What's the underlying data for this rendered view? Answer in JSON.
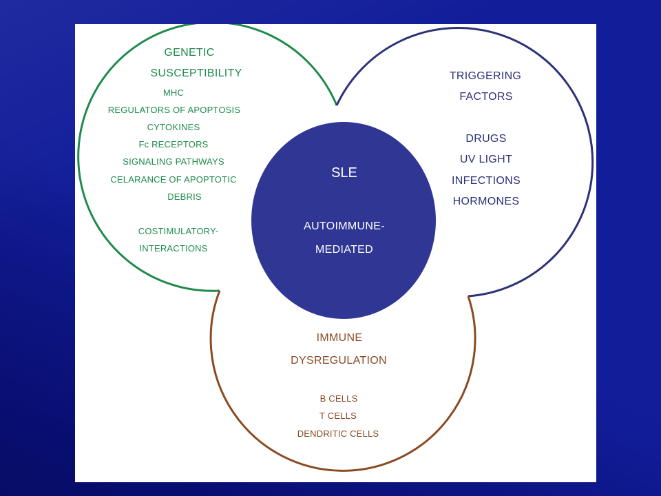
{
  "genetic": {
    "title_line1": "GENETIC",
    "title_line2": "SUSCEPTIBILITY",
    "items": [
      "MHC",
      "REGULATORS OF APOPTOSIS",
      "CYTOKINES",
      "Fc RECEPTORS",
      "SIGNALING PATHWAYS",
      "CELARANCE OF APOPTOTIC",
      "DEBRIS"
    ],
    "extra_line1": "COSTIMULATORY-",
    "extra_line2": "INTERACTIONS"
  },
  "triggering": {
    "title_line1": "TRIGGERING",
    "title_line2": "FACTORS",
    "items": [
      "DRUGS",
      "UV LIGHT",
      "INFECTIONS",
      "HORMONES"
    ]
  },
  "immune": {
    "title_line1": "IMMUNE",
    "title_line2": "DYSREGULATION",
    "items": [
      "B CELLS",
      "T CELLS",
      "DENDRITIC CELLS"
    ]
  },
  "center": {
    "title": "SLE",
    "subtitle_line1": "AUTOIMMUNE-",
    "subtitle_line2": "MEDIATED"
  },
  "colors": {
    "slide_background": "#0b138a",
    "genetic": "#1f8a4c",
    "triggering": "#2b3278",
    "immune": "#8a4a22",
    "center_fill": "#2f3694"
  }
}
